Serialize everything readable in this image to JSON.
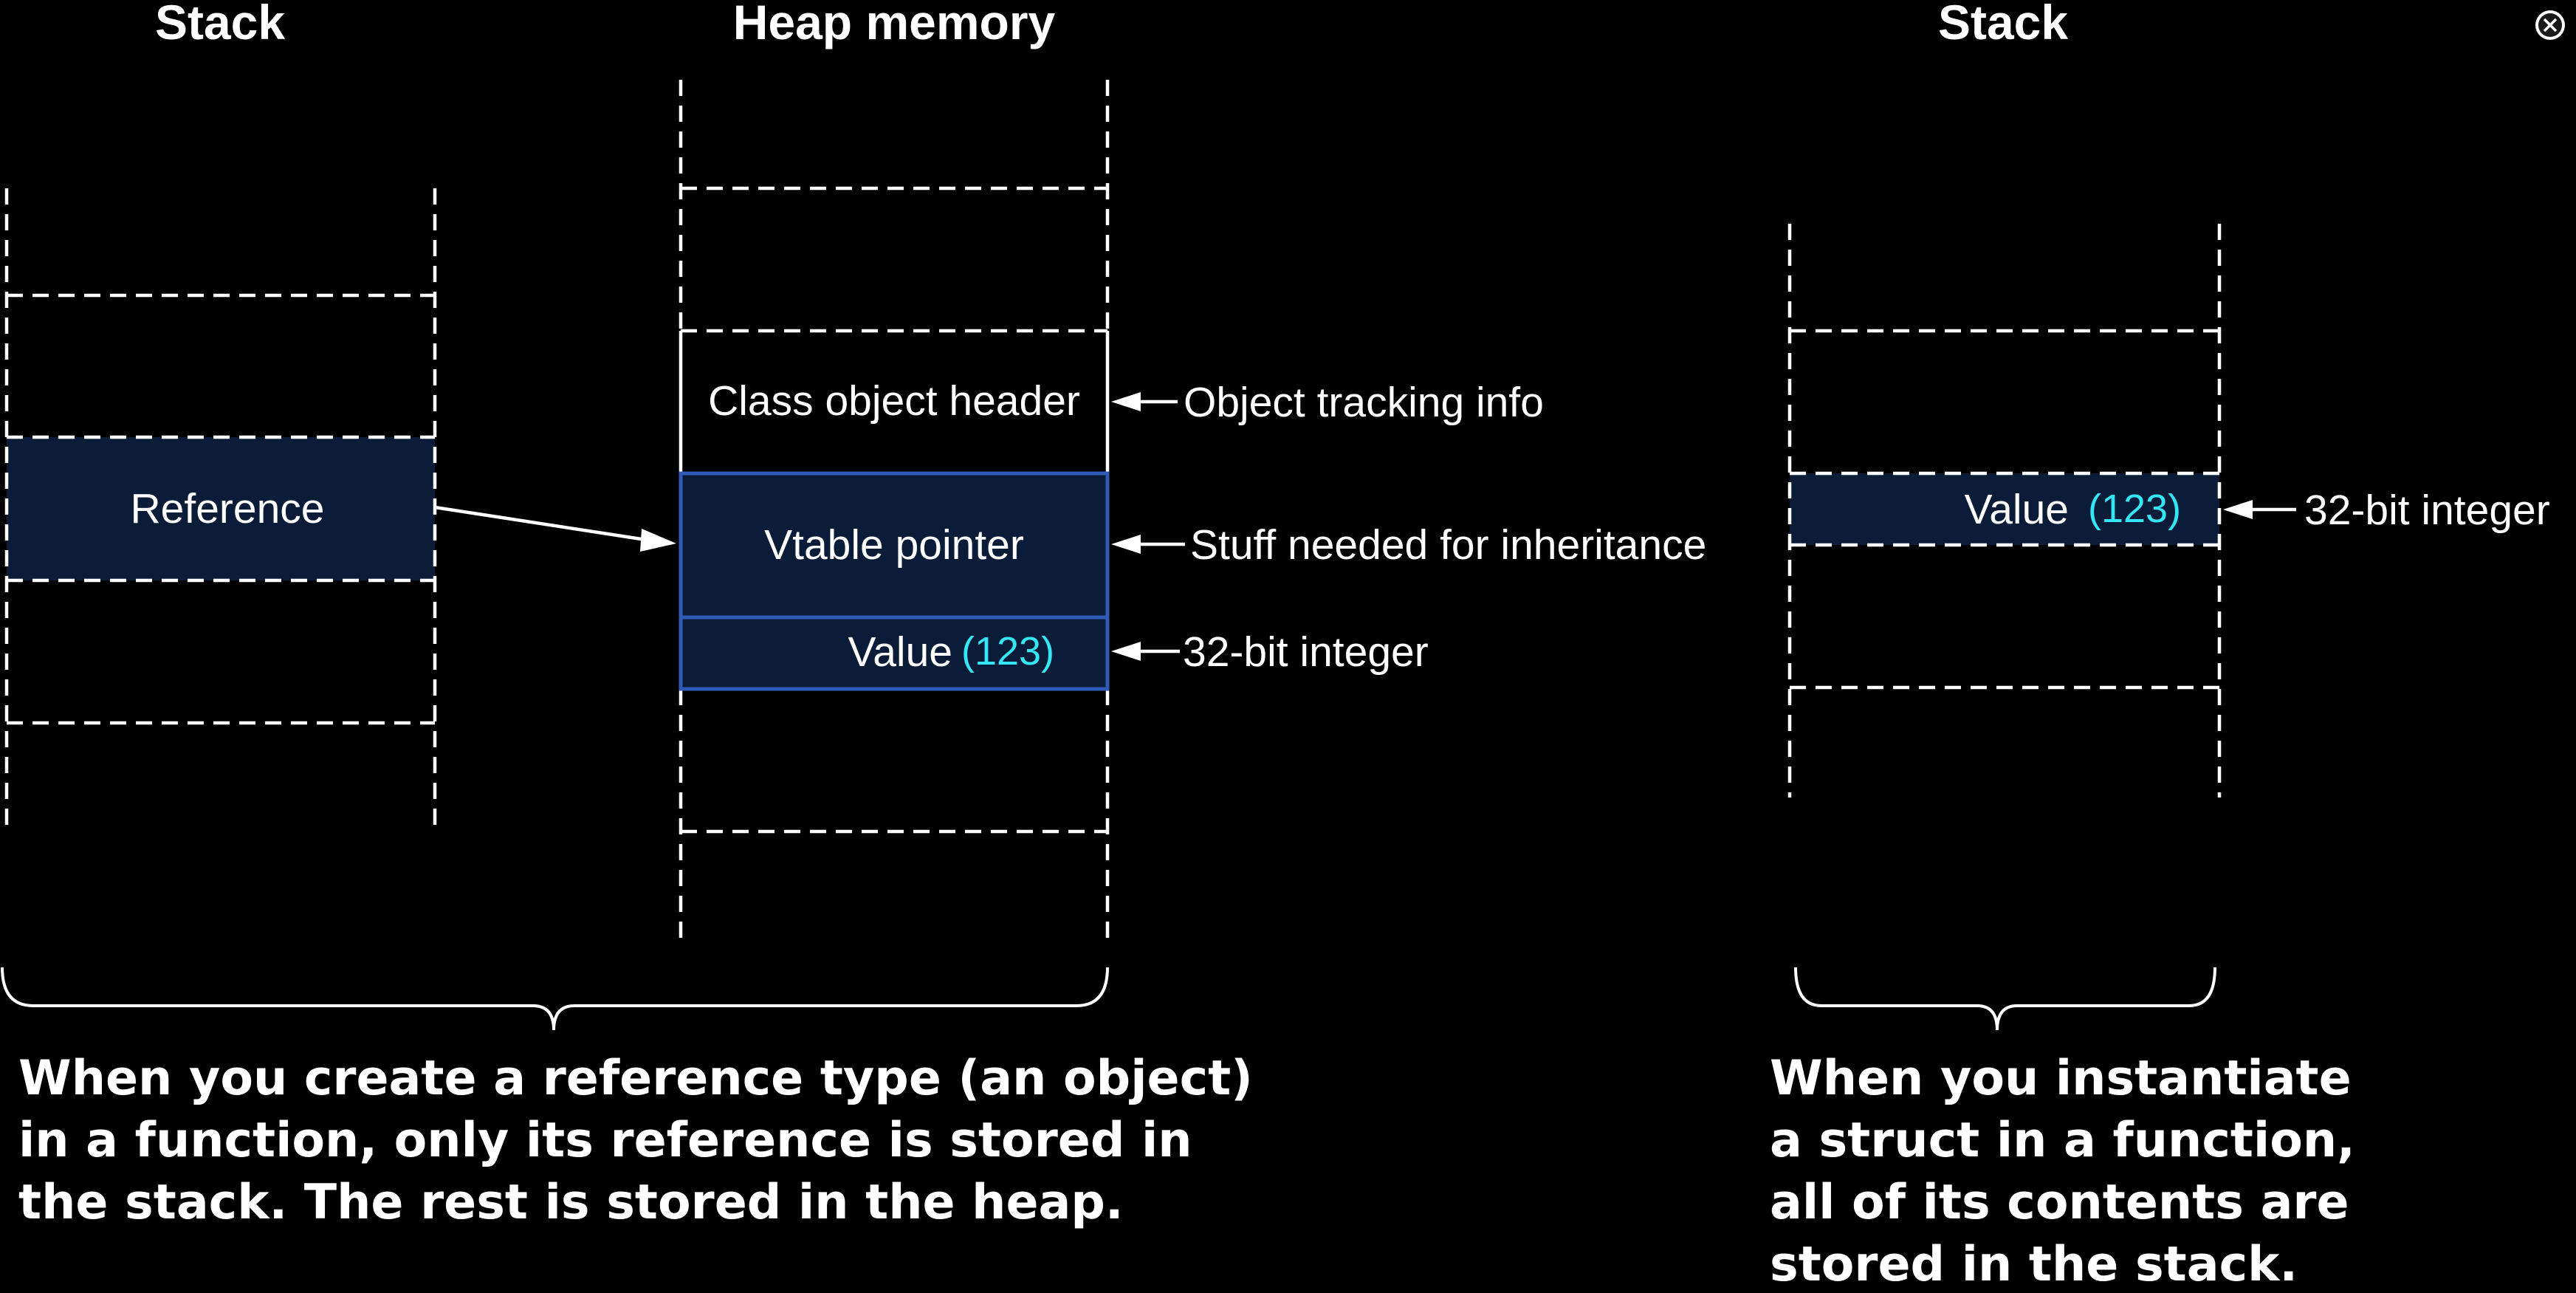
{
  "titles": {
    "left_stack": "Stack",
    "heap": "Heap memory",
    "right_stack": "Stack"
  },
  "left_stack": {
    "reference_label": "Reference"
  },
  "heap": {
    "header_label": "Class object header",
    "vtable_label": "Vtable pointer",
    "value_label": "Value",
    "value_number": "(123)"
  },
  "heap_annotations": {
    "header_note": "Object tracking info",
    "vtable_note": "Stuff needed for inheritance",
    "value_note": "32-bit integer"
  },
  "right_stack": {
    "value_label": "Value",
    "value_number": "(123)",
    "value_note": "32-bit integer"
  },
  "captions": {
    "reference_type": [
      "When you create a reference type (an object)",
      "in a function, only its reference is stored in",
      "the stack. The rest is stored in the heap."
    ],
    "struct": [
      "When you instantiate",
      "a struct in a function,",
      "all of its contents are",
      "stored in the stack."
    ]
  },
  "colors": {
    "background": "#000000",
    "cell_fill": "#0b1c38",
    "cell_border": "#2f5ab6",
    "number_accent": "#35e6f6",
    "lines": "#ffffff"
  },
  "icons": {
    "close": "close-icon"
  }
}
